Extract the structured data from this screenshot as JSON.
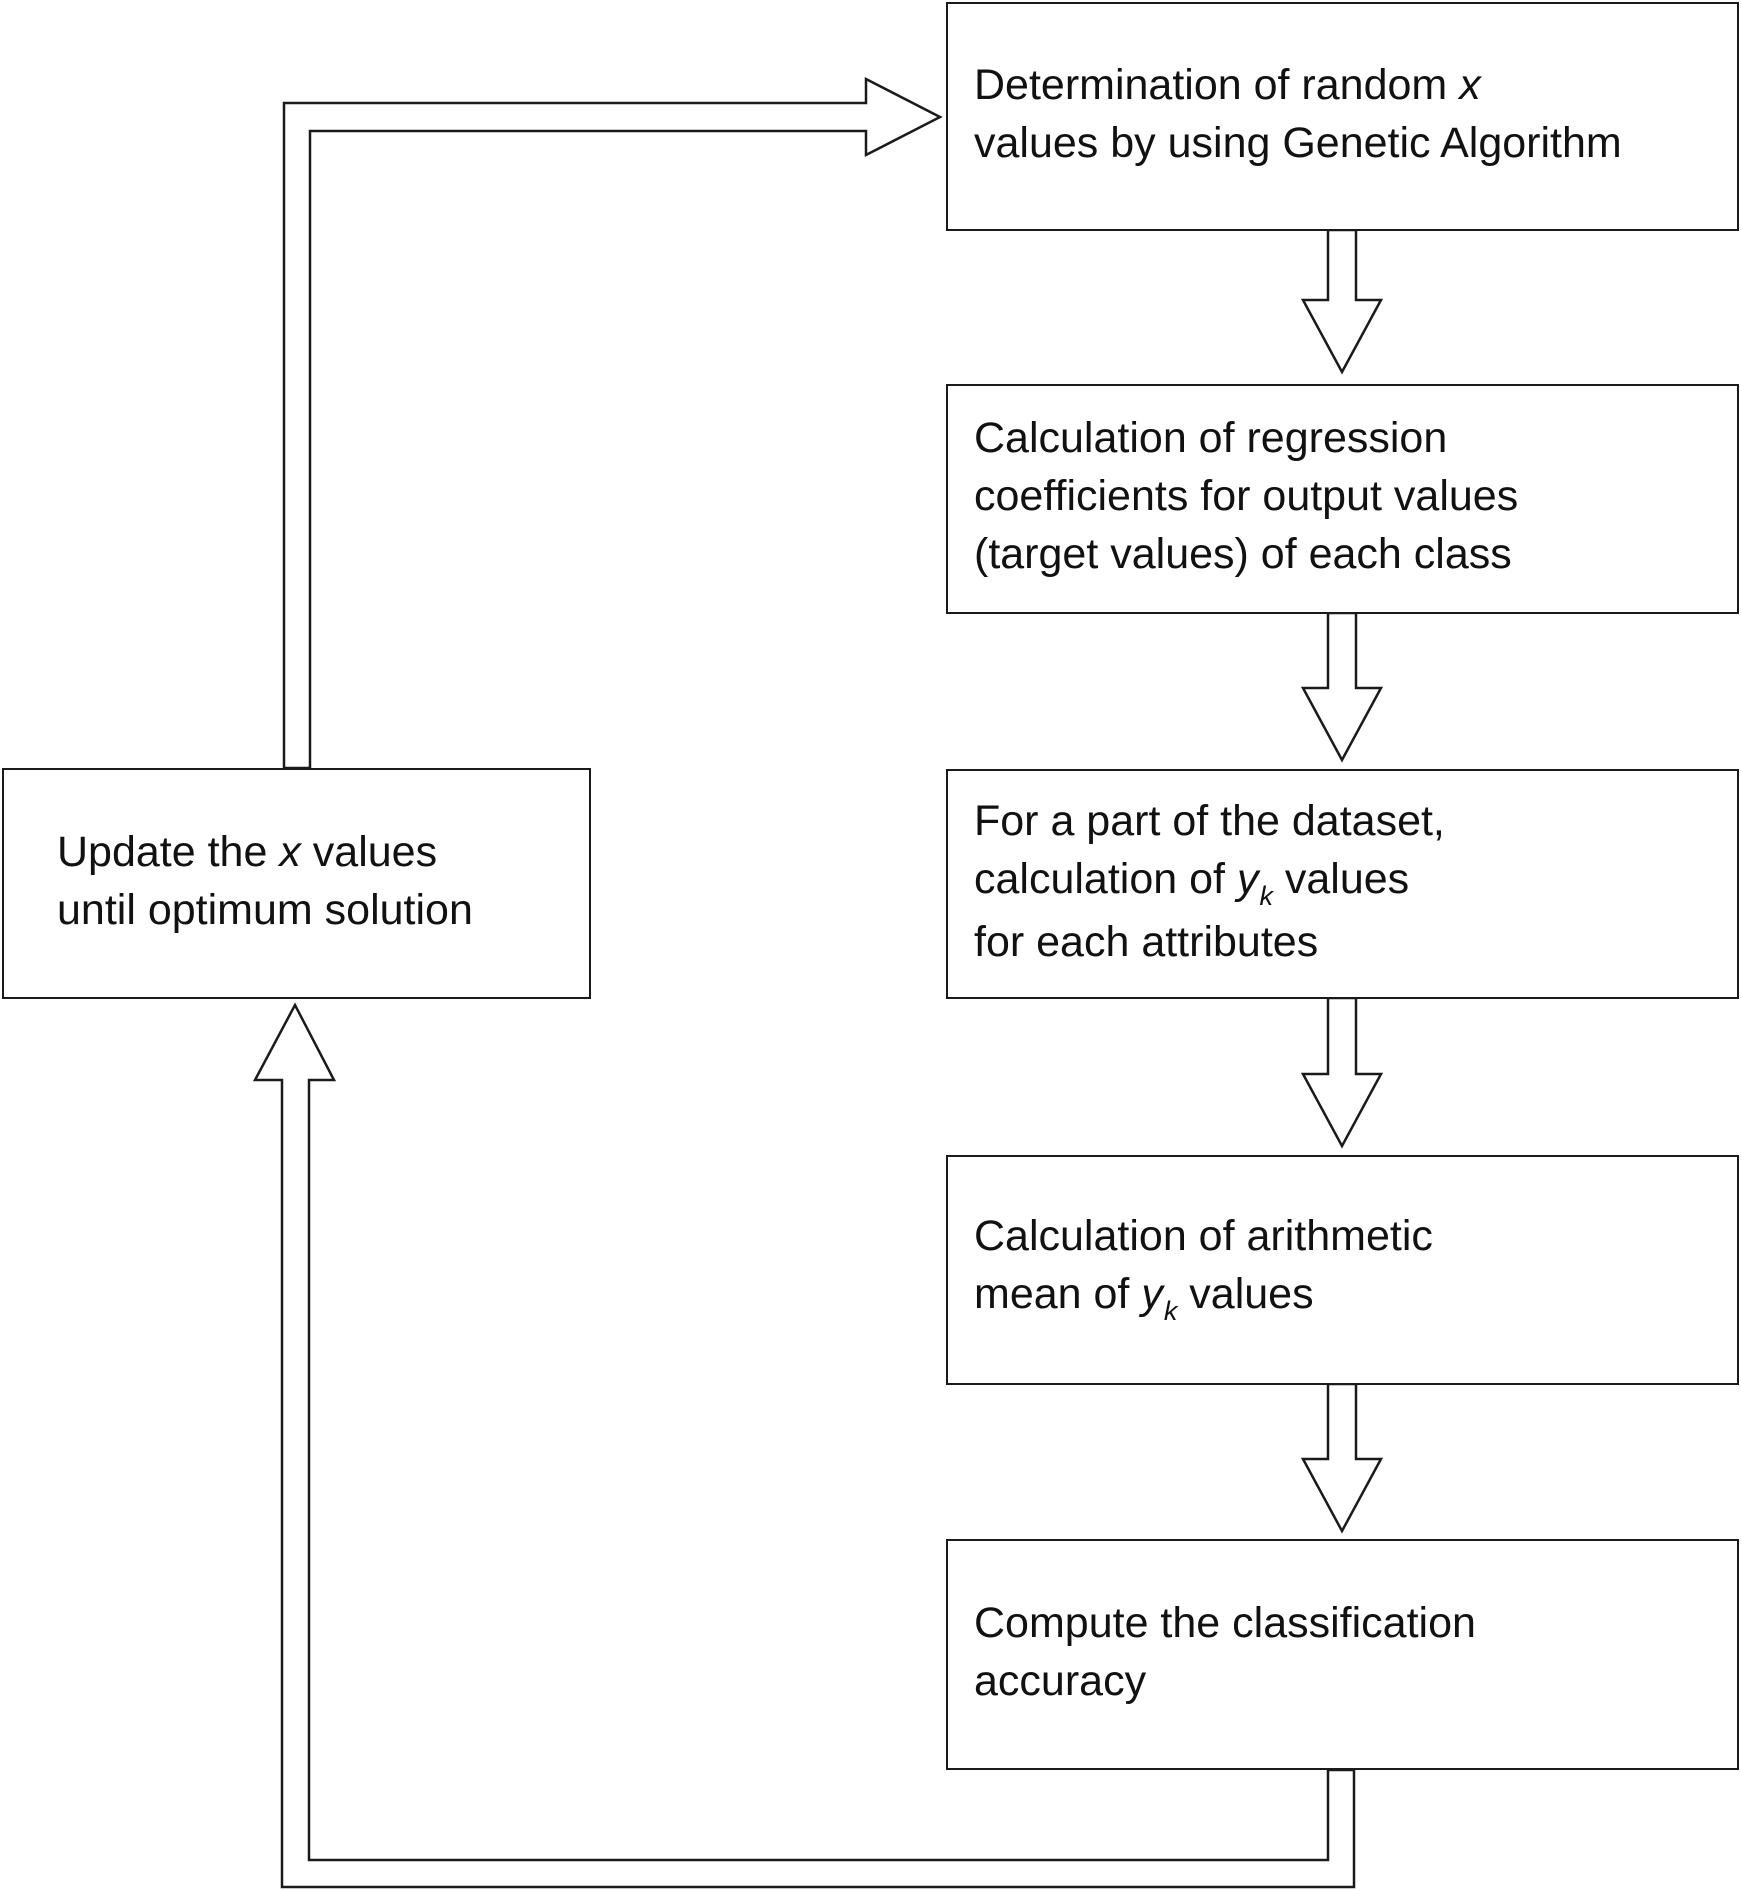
{
  "boxes": {
    "determination": {
      "line1": {
        "pre": "Determination of random ",
        "var": "x"
      },
      "line2": "values by using Genetic Algorithm"
    },
    "regression": {
      "line1": "Calculation of regression",
      "line2": "coefficients for output values",
      "line3": "(target values) of each class"
    },
    "yk_values": {
      "line1": "For a part of the dataset,",
      "line2": {
        "pre": "calculation of ",
        "var": "y",
        "sub": "k",
        "post": " values"
      },
      "line3": "for each attributes"
    },
    "arithmetic_mean": {
      "line1": "Calculation of arithmetic",
      "line2": {
        "pre": "mean of ",
        "var": "y",
        "sub": "k",
        "post": " values"
      }
    },
    "accuracy": {
      "line1": "Compute the classification",
      "line2": "accuracy"
    },
    "update": {
      "line1": {
        "pre": "Update the ",
        "var": "x",
        "post": " values"
      },
      "line2": "until optimum solution"
    }
  },
  "colors": {
    "stroke": "#1a1a1a",
    "fill": "#ffffff",
    "text": "#111111"
  }
}
